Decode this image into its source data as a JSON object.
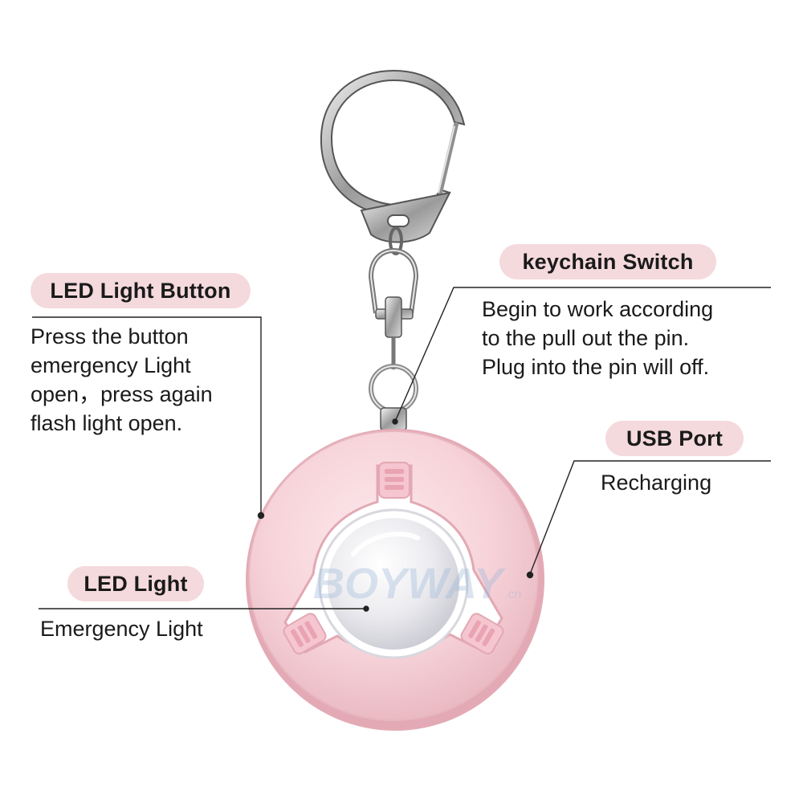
{
  "callouts": {
    "keychain_switch": {
      "title": "keychain Switch",
      "lines": [
        "Begin to work according",
        "to the pull out the pin.",
        "Plug into the pin will off."
      ]
    },
    "led_light_button": {
      "title": "LED Light Button",
      "lines": [
        "Press the button",
        "emergency Light",
        "open，press again",
        "flash light open."
      ]
    },
    "usb_port": {
      "title": "USB Port",
      "lines": [
        "Recharging"
      ]
    },
    "led_light": {
      "title": "LED Light",
      "lines": [
        "Emergency Light"
      ]
    }
  },
  "product": {
    "watermark": "BOYWAY",
    "watermark_suffix": ".cn",
    "body_color": "#f7d7dc",
    "accent_color": "#f0b8c2"
  },
  "colors": {
    "pill_bg": "#f4d9dd",
    "text": "#1a1a1a",
    "leader_line": "#222222"
  }
}
